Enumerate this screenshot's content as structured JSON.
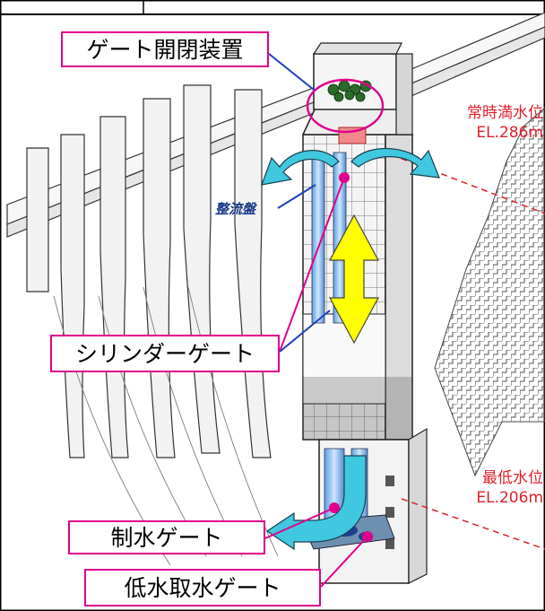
{
  "labels": {
    "gate_operating_device": "ゲート開閉装置",
    "cylinder_gate": "シリンダーゲート",
    "control_gate": "制水ゲート",
    "low_water_intake_gate": "低水取水ゲート",
    "flow_straightener": "整流盤"
  },
  "water_levels": {
    "normal": {
      "name": "常時満水位",
      "elevation": "EL.286m"
    },
    "minimum": {
      "name": "最低水位",
      "elevation": "EL.206m"
    }
  },
  "colors": {
    "label_border": "#e0008c",
    "level_text": "#e0202a",
    "flow_arrow": "#40c8e0",
    "travel_arrow": "#ffff00",
    "leader_line": "#1f3fbf"
  }
}
